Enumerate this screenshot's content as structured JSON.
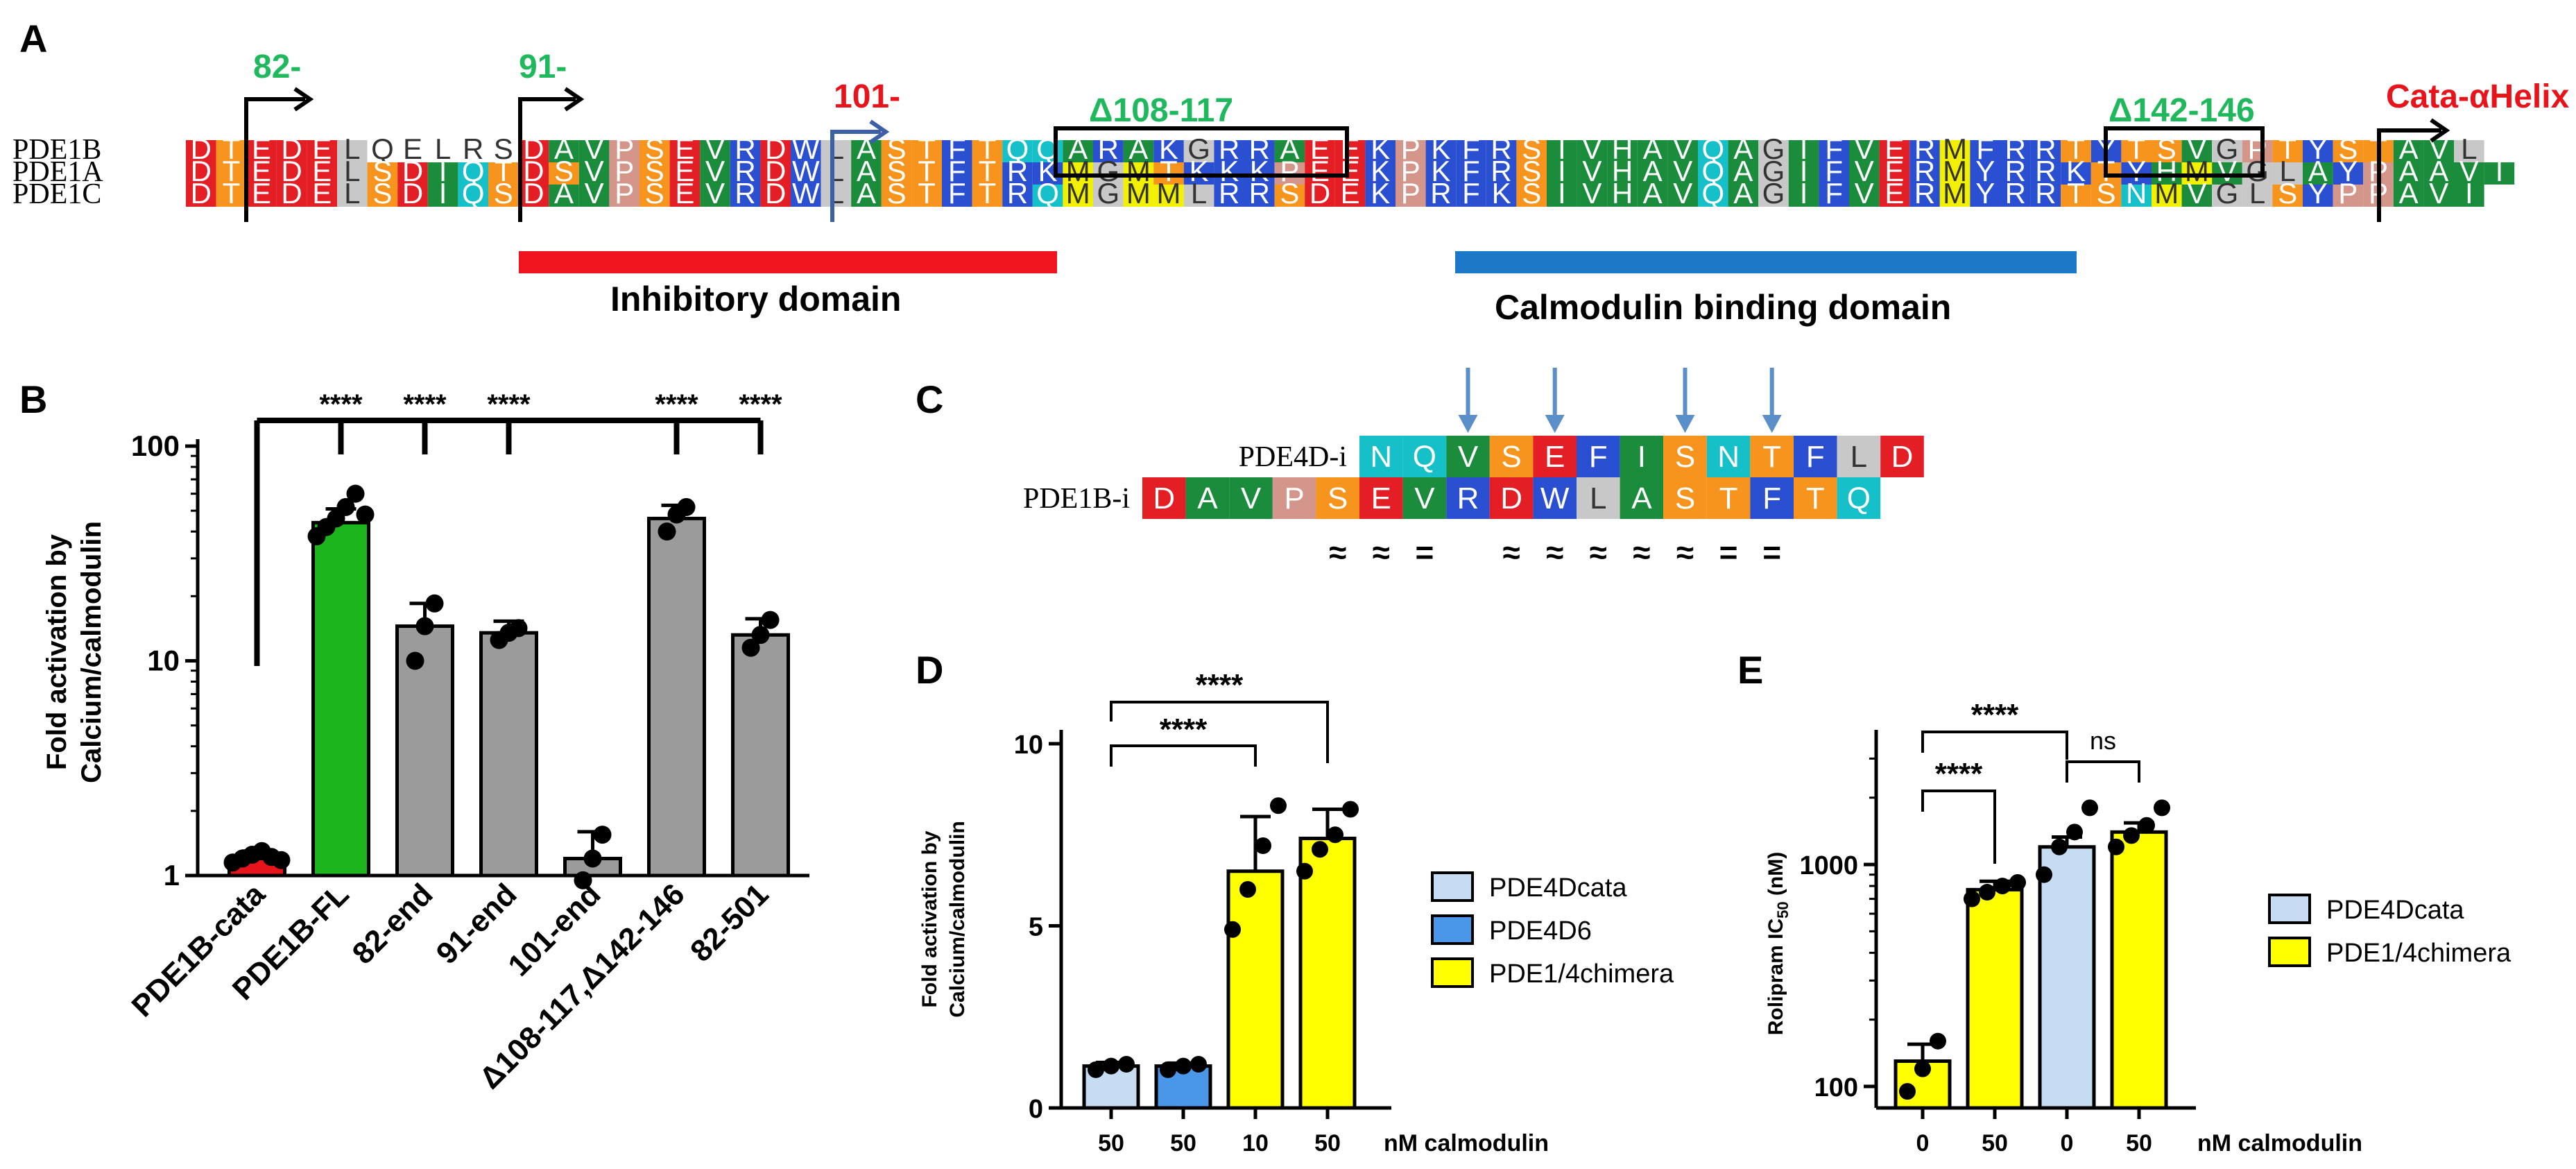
{
  "colors": {
    "red": "#e31e24",
    "orange": "#f7941d",
    "green": "#1a8c3c",
    "blue": "#2a4fd1",
    "cyan": "#16c0c9",
    "yellow": "#f0f000",
    "purple": "#b15bd0",
    "salmon": "#d4968a",
    "gray": "#c8c8c8",
    "annot_green": "#1fb85c",
    "annot_red": "#e8141b",
    "bar_red": "#e8141b",
    "bar_green": "#1db51d",
    "bar_gray": "#9b9b9b",
    "light_blue": "#c6dcf3",
    "mid_blue": "#4a96e8",
    "bar_yellow": "#ffff00",
    "inhib_bar": "#f0141e",
    "calm_bar": "#1c79c8",
    "arrow_blue": "#5b8fc9"
  },
  "panel_labels": {
    "a": "A",
    "b": "B",
    "c": "C",
    "d": "D",
    "e": "E"
  },
  "panel_a": {
    "names": [
      "PDE1B",
      "PDE1A",
      "PDE1C"
    ],
    "rows": [
      {
        "name": "PDE1B",
        "seq": "DTEDELQELRSDAVPSEVRDWLASTFTQQARAKGRRAEEKPKFRSIVHAVQAGIFVERMFRRTYTSVGPTYSTAVL",
        "col": "rrrrrr----rrororrbbrrrgorrrrrcrrrrrbbrrrrssbgrbrrggprgogrrrgbrogygbrrbgrrbgbgrp"
      },
      {
        "name": "PDE1A",
        "seq": "DTEDELSDIQTDSVPSEVRDWLASTFTRKMGMTKKKPEEKPKFRSIVHAVQAGIFVERMYRRKTYHMVGLAYPAAVI",
        "col": "rrrrrr"
      },
      {
        "name": "PDE1C",
        "seq": "DTEDELSDIQSDAVPSEVRDWLASTFTRQMGMMLRRSDEKPRFKSIVHAVQAGIFVERMYRRTSNMVGLSYPPAVI",
        "col": "rrrrrr"
      }
    ],
    "labels": {
      "l82": "82-",
      "l91": "91-",
      "l101": "101-",
      "d108": "Δ108-117",
      "d142": "Δ142-146",
      "cata": "Cata-αHelix",
      "inhib": "Inhibitory domain",
      "calm": "Calmodulin binding domain"
    }
  },
  "panel_c": {
    "rows": [
      {
        "name": "PDE4D-i",
        "seq": "NQVSEFISNTFLD"
      },
      {
        "name": "PDE1B-i",
        "seq": "DAVPSEVRDWLASTFTQ"
      }
    ],
    "symbols": [
      "≈",
      "≈",
      "=",
      "",
      "≈",
      "≈",
      "≈",
      "≈",
      "≈",
      "=",
      "="
    ]
  },
  "chart_data": [
    {
      "type": "bar",
      "panel": "B",
      "ylabel": "Fold activation by Calcium/calmodulin",
      "yscale": "log",
      "ylim": [
        1,
        100
      ],
      "yticks": [
        "1",
        "10",
        "100"
      ],
      "categories": [
        "PDE1B-cata",
        "PDE1B-FL",
        "82-end",
        "91-end",
        "101-end",
        "Δ108-117,Δ142-146",
        "82-501"
      ],
      "values": [
        1.2,
        44,
        14.5,
        13.5,
        1.2,
        46,
        13.2
      ],
      "errors": [
        0.1,
        7,
        4,
        1.8,
        0.4,
        7,
        2.5
      ],
      "points": [
        [
          1.15,
          1.2,
          1.25,
          1.3,
          1.22,
          1.18
        ],
        [
          38,
          42,
          46,
          52,
          60,
          48
        ],
        [
          10,
          14.5,
          18.5
        ],
        [
          12.5,
          13.5,
          14.2
        ],
        [
          0.95,
          1.2,
          1.55
        ],
        [
          40,
          48,
          52
        ],
        [
          11.5,
          13.2,
          15.5
        ]
      ],
      "colors": [
        "#e8141b",
        "#1db51d",
        "#9b9b9b",
        "#9b9b9b",
        "#9b9b9b",
        "#9b9b9b",
        "#9b9b9b"
      ],
      "sig": [
        "****",
        "****",
        "****",
        "****",
        "****"
      ]
    },
    {
      "type": "bar",
      "panel": "D",
      "ylabel": "Fold activation by Calcium/calmodulin",
      "ylim": [
        0,
        10
      ],
      "yticks": [
        "0",
        "5",
        "10"
      ],
      "categories": [
        "50",
        "50",
        "10",
        "50"
      ],
      "xlabel": "nM calmodulin",
      "values": [
        1.15,
        1.15,
        6.5,
        7.4
      ],
      "errors": [
        0.1,
        0.08,
        1.5,
        0.8
      ],
      "points": [
        [
          1.05,
          1.15,
          1.2
        ],
        [
          1.05,
          1.15,
          1.2
        ],
        [
          4.9,
          6.0,
          7.2,
          8.3
        ],
        [
          6.5,
          7.1,
          7.5,
          8.2
        ]
      ],
      "colors": [
        "#c6dcf3",
        "#4a96e8",
        "#ffff00",
        "#ffff00"
      ],
      "sig": [
        "****",
        "****"
      ],
      "legend": [
        "PDE4Dcata",
        "PDE4D6",
        "PDE1/4chimera"
      ]
    },
    {
      "type": "bar",
      "panel": "E",
      "ylabel": "Rolipram IC50 (nM)",
      "yscale": "log",
      "ylim": [
        80,
        3500
      ],
      "yticks": [
        "100",
        "1000"
      ],
      "categories": [
        "0",
        "50",
        "0",
        "50"
      ],
      "xlabel": "nM calmodulin",
      "values": [
        130,
        770,
        1200,
        1400
      ],
      "errors": [
        25,
        70,
        130,
        140
      ],
      "points": [
        [
          95,
          120,
          160
        ],
        [
          700,
          750,
          800,
          830
        ],
        [
          900,
          1200,
          1400,
          1800
        ],
        [
          1200,
          1350,
          1500,
          1800
        ]
      ],
      "colors": [
        "#ffff00",
        "#ffff00",
        "#c6dcf3",
        "#ffff00"
      ],
      "sig": [
        "****",
        "****",
        "ns"
      ],
      "legend": [
        "PDE4Dcata",
        "PDE1/4chimera"
      ]
    }
  ]
}
